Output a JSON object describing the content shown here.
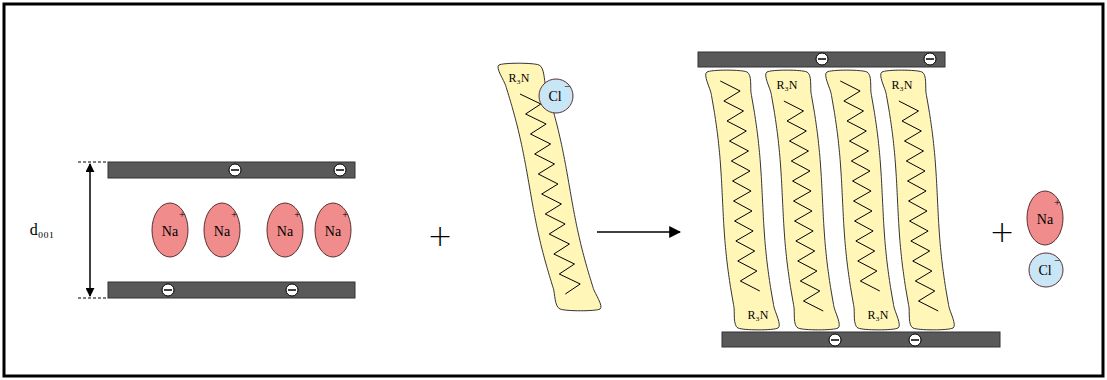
{
  "diagram": {
    "nodes": [
      {
        "text": [
          "Na",
          "+"
        ]
      },
      {
        "text": [
          "Na",
          "+"
        ]
      },
      {
        "text": [
          "Na",
          "+"
        ]
      },
      {
        "text": [
          "Na",
          "+"
        ]
      },
      {
        "text": [
          "R₃N"
        ]
      },
      {
        "text": [
          "Cl",
          "−"
        ]
      },
      {
        "text": [
          "R₃N"
        ]
      },
      {
        "text": [
          "R₃N"
        ]
      },
      {
        "text": [
          "R₃N"
        ]
      },
      {
        "text": [
          "R₃N"
        ]
      },
      {
        "text": [
          "Na",
          "+"
        ]
      },
      {
        "text": [
          "Cl",
          "−"
        ]
      }
    ],
    "labels": [
      "d₀₀₁",
      "+",
      "+"
    ]
  }
}
